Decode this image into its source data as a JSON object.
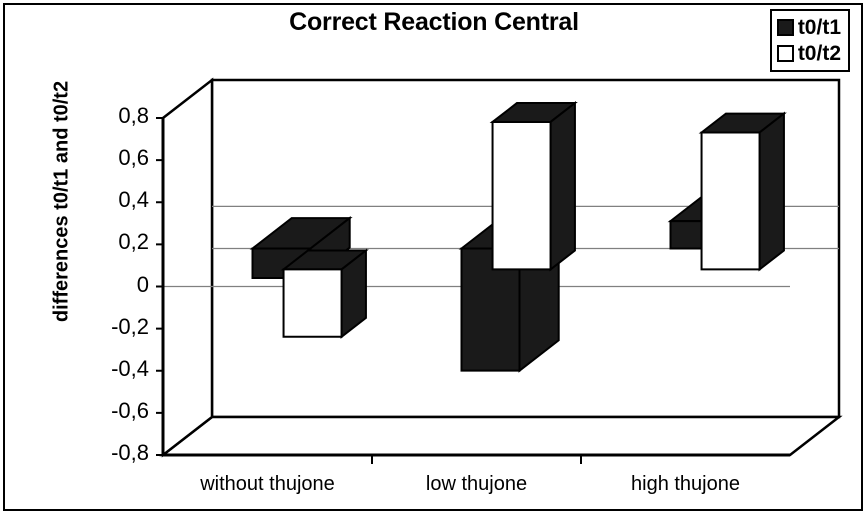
{
  "chart_data": {
    "type": "bar",
    "title": "Correct Reaction Central",
    "xlabel": "",
    "ylabel": "differences t0/t1 and t0/t2",
    "categories": [
      "without thujone",
      "low thujone",
      "high thujone"
    ],
    "series": [
      {
        "name": "t0/t1",
        "color": "#1a1a1a",
        "values": [
          -0.14,
          -0.58,
          0.13
        ]
      },
      {
        "name": "t0/t2",
        "color": "#ffffff",
        "values": [
          -0.32,
          0.7,
          0.65
        ]
      }
    ],
    "ylim": [
      -0.8,
      0.8
    ],
    "yticks": [
      0.8,
      0.6,
      0.4,
      0.2,
      0,
      -0.2,
      -0.4,
      -0.6,
      -0.8
    ],
    "ytick_labels": [
      "0,8",
      "0,6",
      "0,4",
      "0,2",
      "0",
      "-0,2",
      "-0,4",
      "-0,6",
      "-0,8"
    ],
    "grid": true,
    "legend_position": "top-right",
    "style_3d": true
  },
  "legend": {
    "entries": [
      {
        "label": "t0/t1",
        "swatch": "filled"
      },
      {
        "label": "t0/t2",
        "swatch": "hollow"
      }
    ]
  },
  "colors": {
    "bar_dark": "#1a1a1a",
    "bar_light": "#ffffff",
    "axis": "#000000",
    "grid": "#808080",
    "background": "#ffffff"
  }
}
